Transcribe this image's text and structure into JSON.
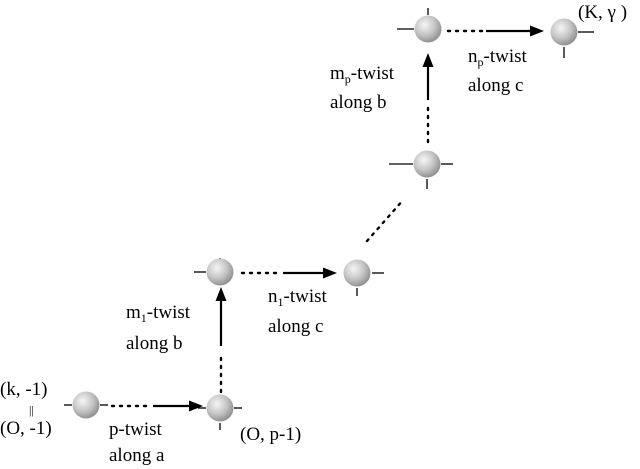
{
  "labels": {
    "start_top": "(k, -1)",
    "start_sub": "||",
    "start_bottom": "(O, -1)",
    "node1": "(O, p-1)",
    "end": "(K, γ )",
    "p_twist_l1": "p-twist",
    "p_twist_l2": "along a",
    "m1_pre": "m",
    "m1_sub": "1",
    "m1_post": "-twist",
    "m1_l2": "along b",
    "n1_pre": "n",
    "n1_sub": "1",
    "n1_post": "-twist",
    "n1_l2": "along c",
    "mp_pre": "m",
    "mp_sub": "p",
    "mp_post": "-twist",
    "mp_l2": "along b",
    "np_pre": "n",
    "np_sub": "p",
    "np_post": "-twist",
    "np_l2": "along c"
  },
  "colors": {
    "node_light": "#f4f4f4",
    "node_dark": "#8a8a8a",
    "ink": "#000000"
  }
}
